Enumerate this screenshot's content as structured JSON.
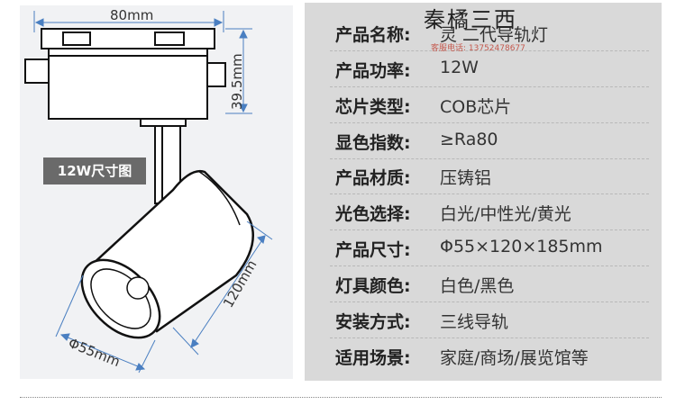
{
  "dimensions": {
    "width_label": "80mm",
    "height_label": "39.5mm",
    "length_label": "120mm",
    "diameter_label": "Φ55mm",
    "size_tag": "12W尺寸图"
  },
  "watermark": {
    "logo_text": "秦橘三西",
    "contact_text": "客服电话: 13752478677"
  },
  "specs": [
    {
      "label": "产品名称:",
      "value": "灵  二代导轨灯"
    },
    {
      "label": "产品功率:",
      "value": "12W"
    },
    {
      "label": "芯片类型:",
      "value": "COB芯片"
    },
    {
      "label": "显色指数:",
      "value": "≥Ra80"
    },
    {
      "label": "产品材质:",
      "value": "压铸铝"
    },
    {
      "label": "光色选择:",
      "value": "白光/中性光/黄光"
    },
    {
      "label": "产品尺寸:",
      "value": "Φ55×120×185mm"
    },
    {
      "label": "灯具颜色:",
      "value": "白色/黑色"
    },
    {
      "label": "安装方式:",
      "value": "三线导轨"
    },
    {
      "label": "适用场景:",
      "value": "家庭/商场/展览馆等"
    }
  ],
  "colors": {
    "spec_panel_bg": "#d9d9d9",
    "image_panel_bg": "#f1f2f4",
    "dimension_line": "#4a7fc1",
    "tag_bg": "#6a6a6a"
  }
}
